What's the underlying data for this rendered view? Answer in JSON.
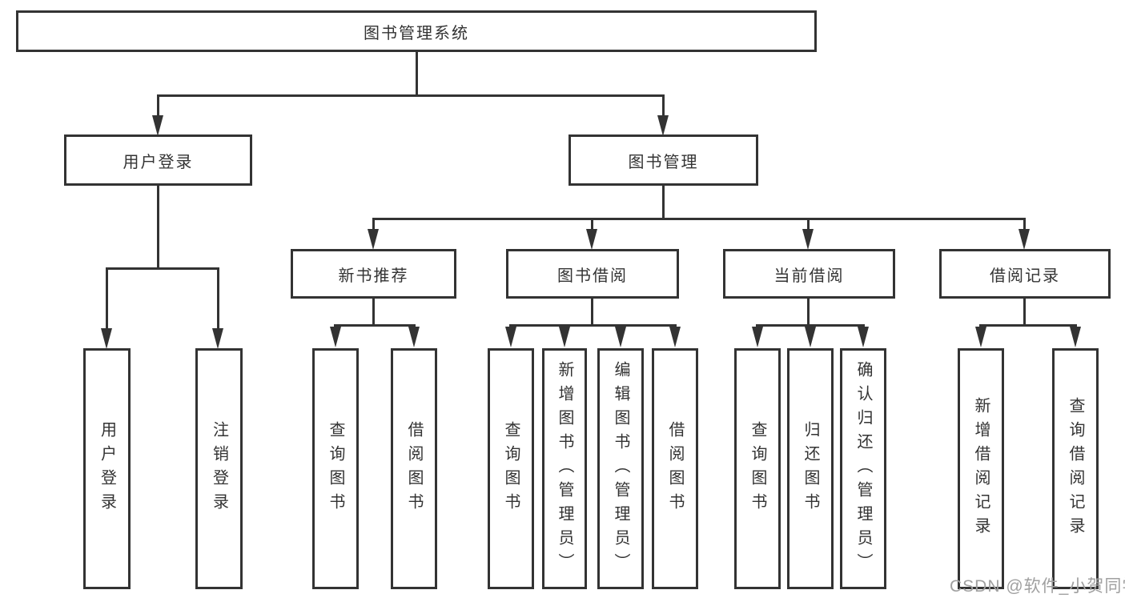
{
  "diagram_title": "图书管理系统",
  "watermark": "CSDN @软件_小贺同学",
  "colors": {
    "line": "#333333",
    "box_bg": "#ffffff",
    "watermark": "#a0a0a0"
  },
  "tree": {
    "label": "图书管理系统",
    "children": [
      {
        "label": "用户登录",
        "children": [
          {
            "label": "用户登录"
          },
          {
            "label": "注销登录"
          }
        ]
      },
      {
        "label": "图书管理",
        "children": [
          {
            "label": "新书推荐",
            "children": [
              {
                "label": "查询图书"
              },
              {
                "label": "借阅图书"
              }
            ]
          },
          {
            "label": "图书借阅",
            "children": [
              {
                "label": "查询图书"
              },
              {
                "label": "新增图书（管理员）"
              },
              {
                "label": "编辑图书（管理员）"
              },
              {
                "label": "借阅图书"
              }
            ]
          },
          {
            "label": "当前借阅",
            "children": [
              {
                "label": "查询图书"
              },
              {
                "label": "归还图书"
              },
              {
                "label": "确认归还（管理员）"
              }
            ]
          },
          {
            "label": "借阅记录",
            "children": [
              {
                "label": "新增借阅记录"
              },
              {
                "label": "查询借阅记录"
              }
            ]
          }
        ]
      }
    ]
  }
}
